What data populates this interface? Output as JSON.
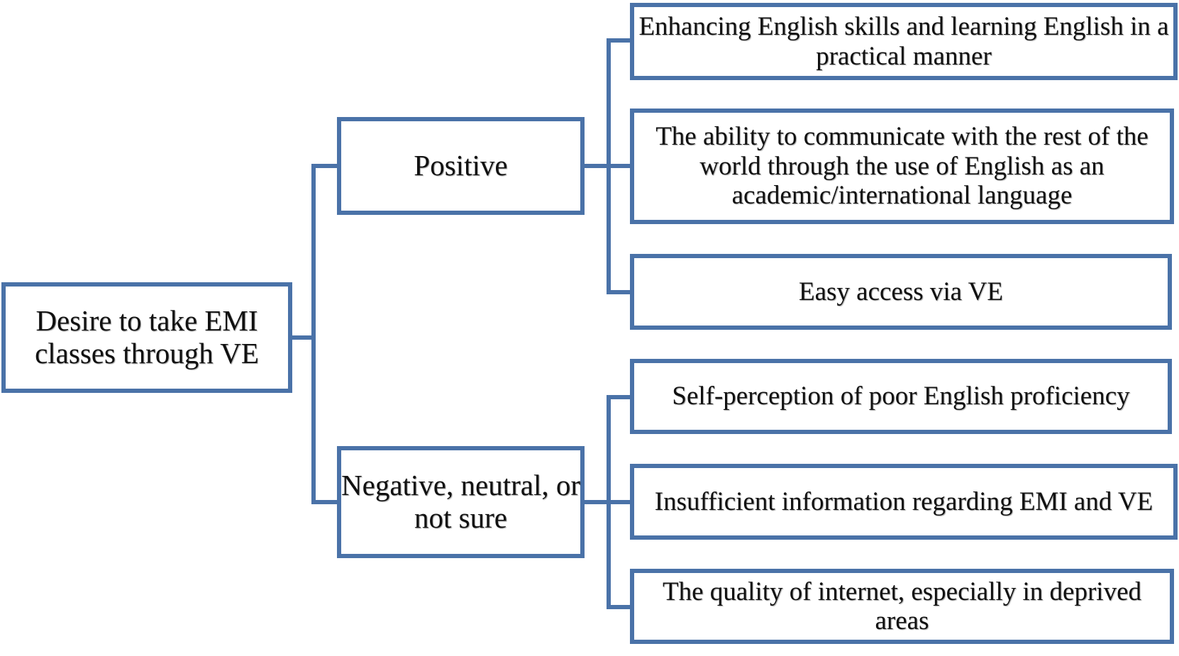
{
  "colors": {
    "box_border": "#4a72a8",
    "connector": "#4a72a8",
    "text": "#111111",
    "background": "#ffffff"
  },
  "root": {
    "label": "Desire to take EMI classes through VE"
  },
  "branches": [
    {
      "label": "Positive",
      "children": [
        "Enhancing English skills and learning English in a practical manner",
        "The ability to communicate with the rest of the world through the use of English as an academic/international language",
        "Easy access via VE"
      ]
    },
    {
      "label": "Negative, neutral, or not sure",
      "children": [
        "Self-perception of poor English proficiency",
        "Insufficient information regarding EMI and VE",
        "The quality of internet, especially in deprived areas"
      ]
    }
  ]
}
